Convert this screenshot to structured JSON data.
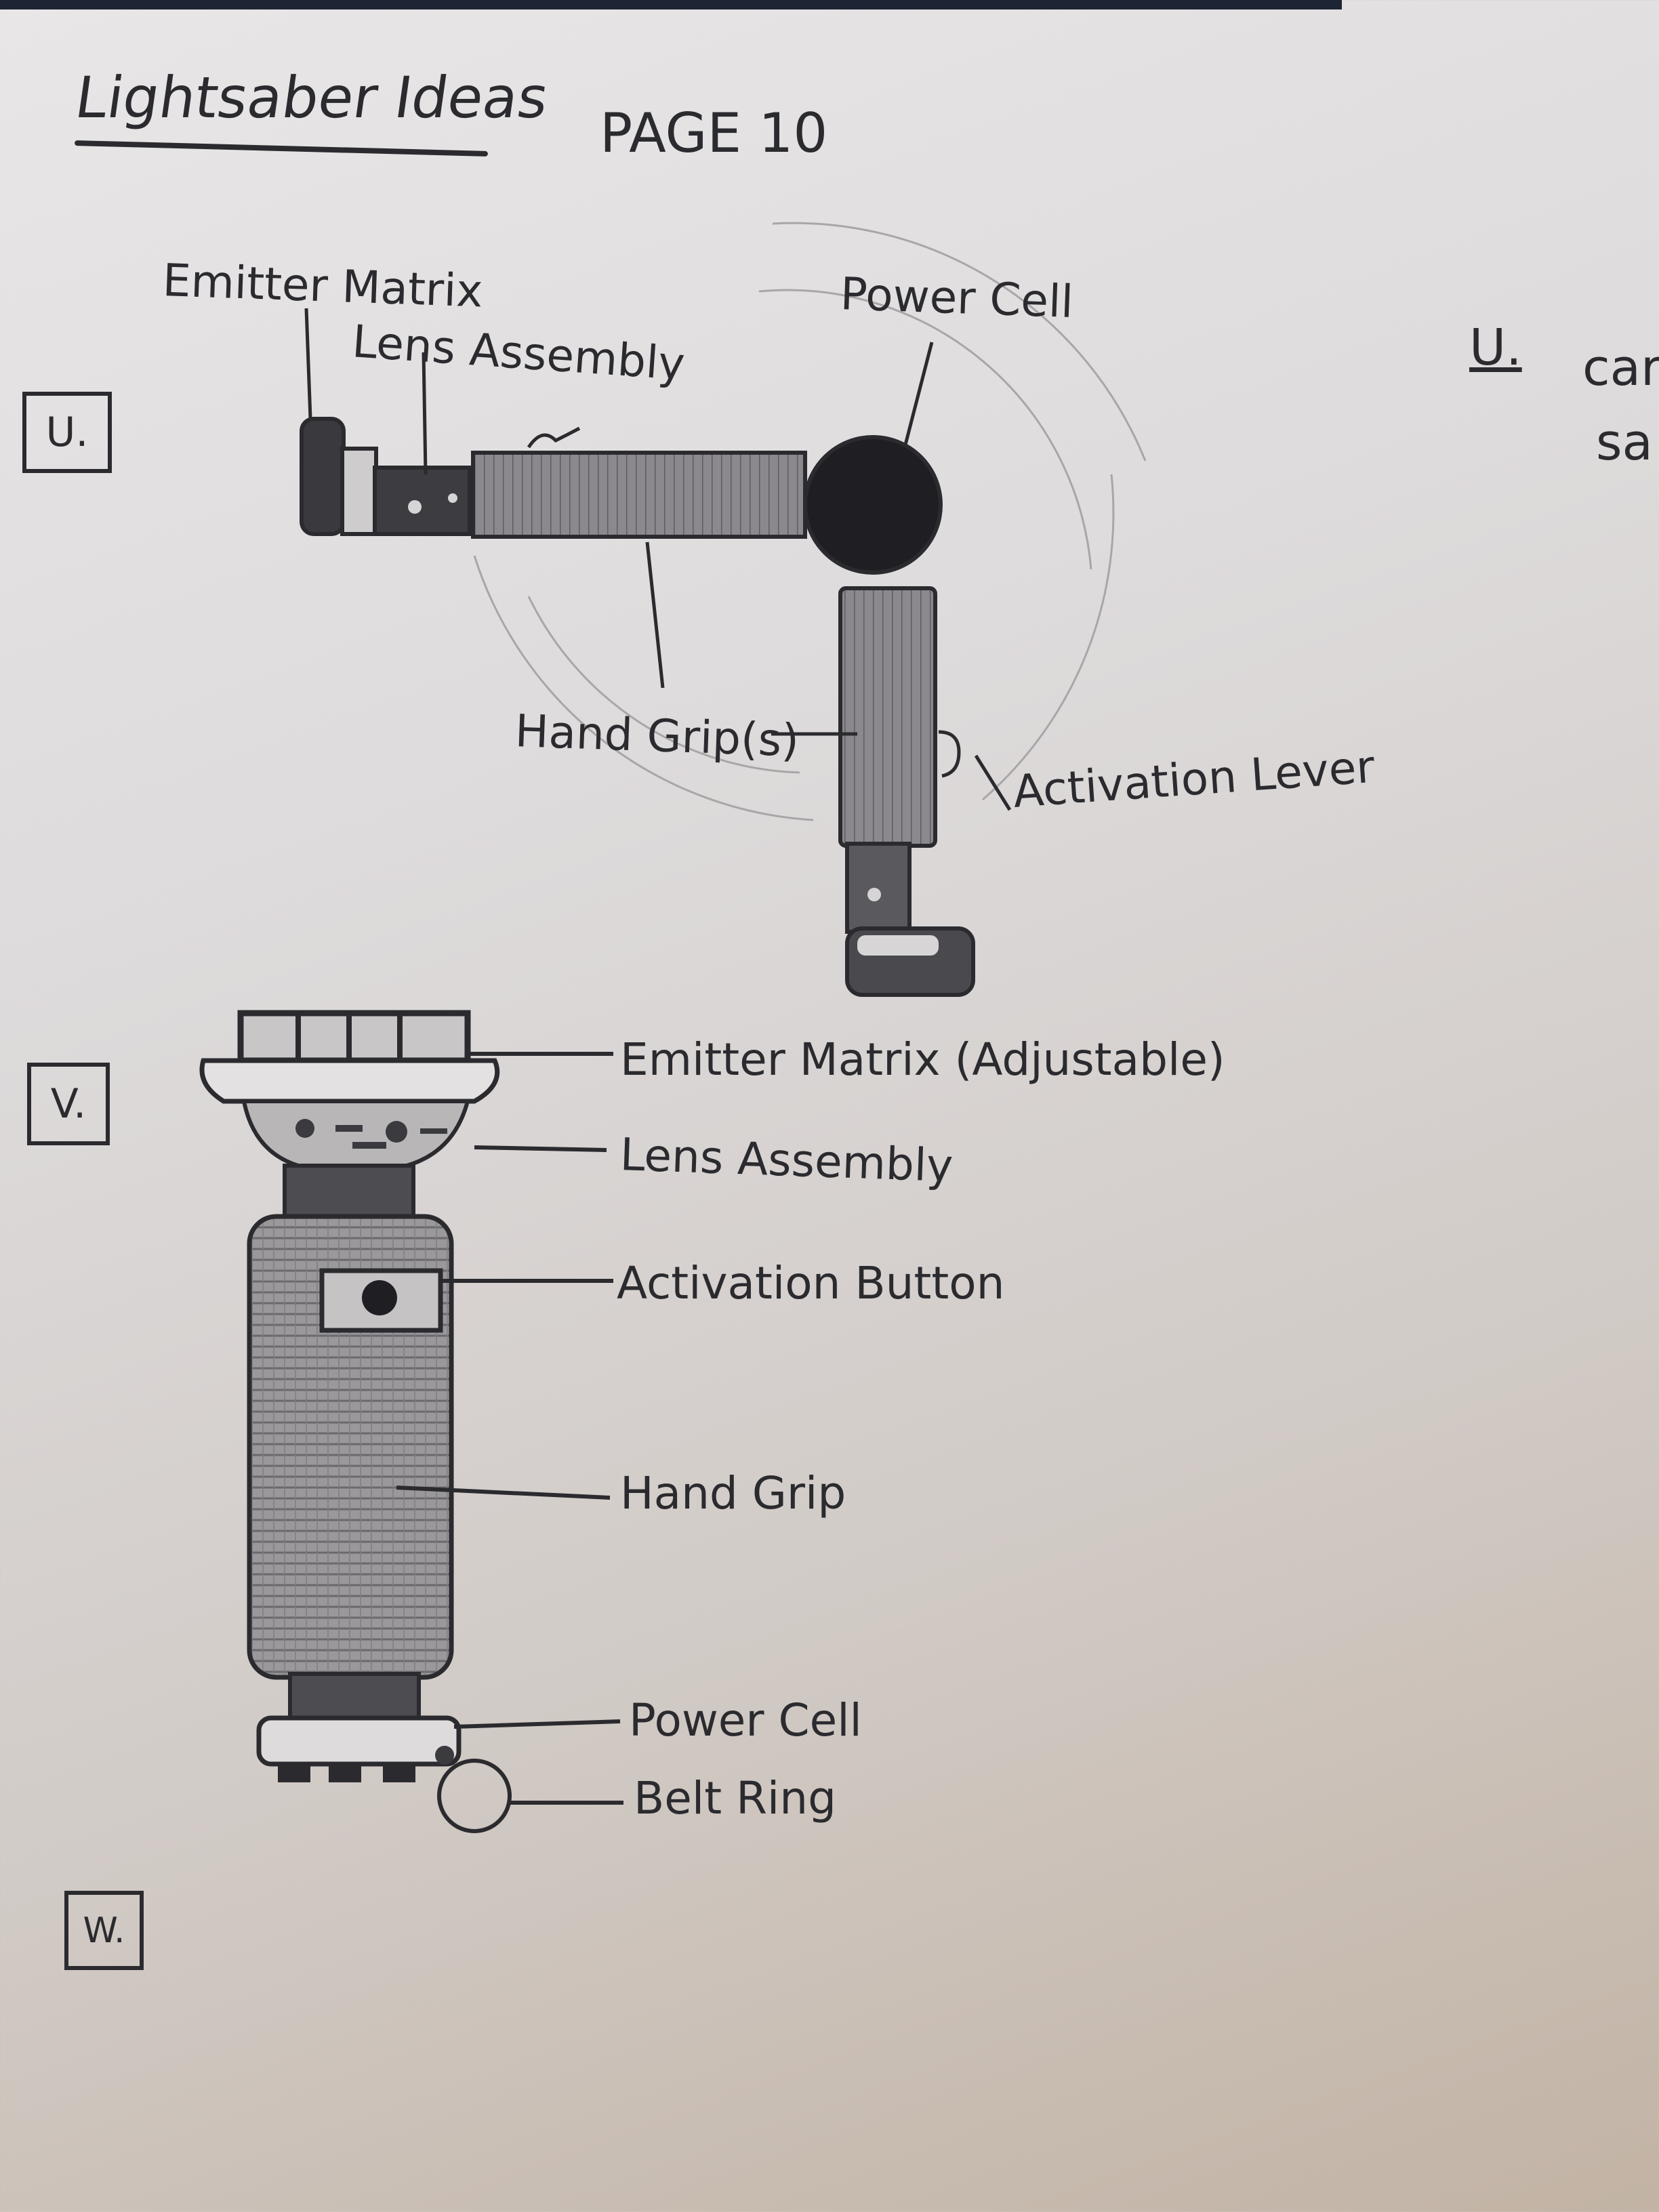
{
  "page": {
    "title": "Lightsaber Ideas",
    "page_label": "PAGE 10"
  },
  "sections": [
    {
      "marker": "U.",
      "labels": {
        "emitter_matrix": "Emitter Matrix",
        "lens_assembly": "Lens Assembly",
        "power_cell": "Power Cell",
        "hand_grips": "Hand Grip(s)",
        "activation_lever": "Activation Lever"
      }
    },
    {
      "marker": "V.",
      "labels": {
        "emitter_matrix": "Emitter Matrix (Adjustable)",
        "lens_assembly": "Lens Assembly",
        "activation_button": "Activation Button",
        "hand_grip": "Hand Grip",
        "power_cell": "Power Cell",
        "belt_ring": "Belt Ring"
      }
    },
    {
      "marker": "W."
    }
  ],
  "right_fragment": {
    "marker": "U.",
    "line1": "car",
    "line2": "sa"
  },
  "colors": {
    "ink": "#2b2b2f",
    "paper": "#e2dfe0",
    "shade": "#6b6a6e"
  }
}
